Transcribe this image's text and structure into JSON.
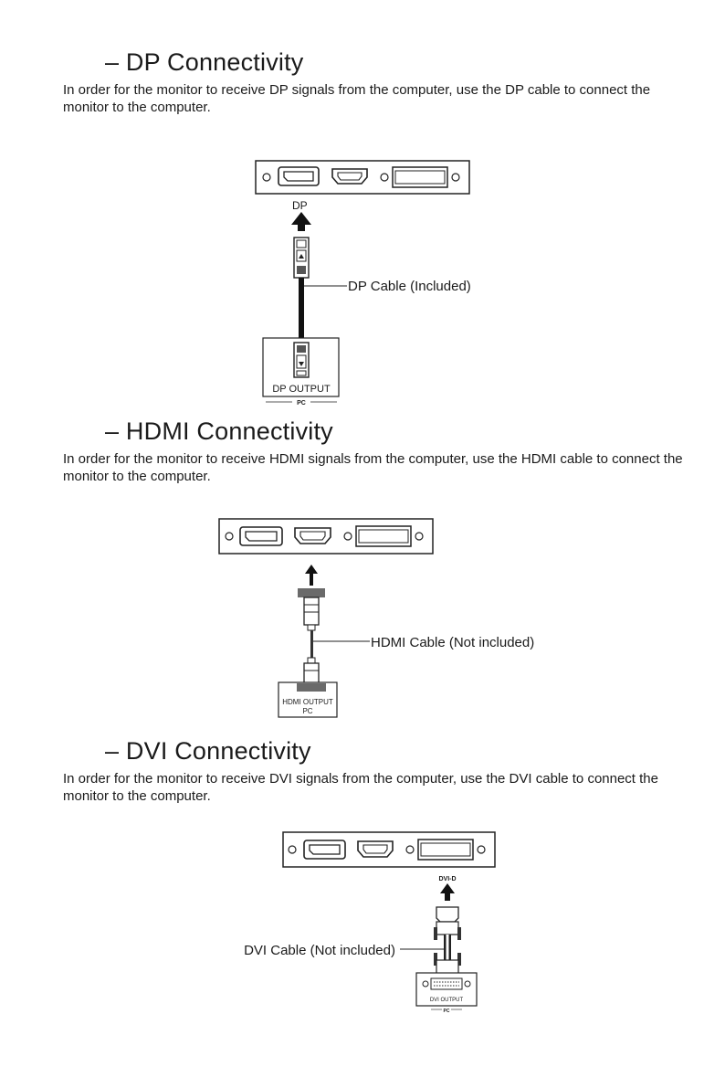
{
  "sections": {
    "dp": {
      "heading": "– DP Connectivity",
      "body": "In order for the monitor to receive DP signals from the computer, use the DP cable to connect the monitor to the computer.",
      "port_label": "DP",
      "cable_label": "DP Cable (Included)",
      "output_label": "DP OUTPUT",
      "pc_label": "PC"
    },
    "hdmi": {
      "heading": "– HDMI Connectivity",
      "body": "In order for the monitor to receive HDMI signals from the computer, use the HDMI cable to connect the monitor to the computer.",
      "cable_label": "HDMI Cable (Not included)",
      "output_label": "HDMI OUTPUT",
      "pc_label": "PC"
    },
    "dvi": {
      "heading": "– DVI Connectivity",
      "body": "In order for the monitor to receive DVI signals from the computer, use the DVI cable to connect the monitor to the computer.",
      "port_label": "DVI-D",
      "cable_label": "DVI Cable (Not included)",
      "output_label": "DVI OUTPUT",
      "pc_label": "PC"
    }
  }
}
